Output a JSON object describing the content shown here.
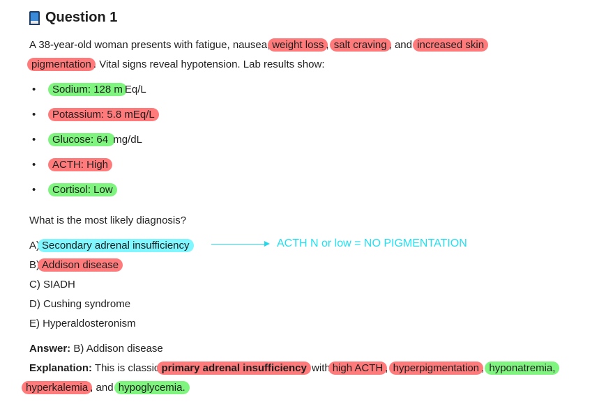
{
  "title": "Question 1",
  "stem": {
    "l1a": "A 38-year-old woman presents with fatigue, nausea,",
    "weight_loss": "weight loss",
    "comma1": ",",
    "salt_craving": "salt craving",
    "and": ", and",
    "increased_skin": "increased skin",
    "pigmentation": "pigmentation",
    "l2": ". Vital signs reveal hypotension. Lab results show:"
  },
  "labs": [
    {
      "hl": "Sodium: 128 m",
      "rest": "Eq/L"
    },
    {
      "hl": "Potassium: 5.8 mEq/L",
      "rest": ""
    },
    {
      "hl": "Glucose: 64 ",
      "rest": "mg/dL"
    },
    {
      "hl": "ACTH: High",
      "rest": ""
    },
    {
      "hl": "Cortisol: Low",
      "rest": ""
    }
  ],
  "prompt": "What is the most likely diagnosis?",
  "options": [
    {
      "letter": "A)",
      "text": "Secondary adrenal insufficiency"
    },
    {
      "letter": "B)",
      "text": "Addison disease"
    },
    {
      "letter": "C)",
      "text": "SIADH"
    },
    {
      "letter": "D)",
      "text": "Cushing syndrome"
    },
    {
      "letter": "E)",
      "text": "Hyperaldosteronism"
    }
  ],
  "annotation": "ACTH N or low = NO PIGMENTATION",
  "answer": {
    "label": "Answer:",
    "value": "B) Addison disease"
  },
  "explanation": {
    "label": "Explanation:",
    "t1": "This is classic",
    "h1": "primary adrenal insufficiency",
    "t2": "with",
    "h2": "high ACTH",
    "h3": "hyperpigmentation",
    "h4": "hyponatremia,",
    "h5": "hyperkalemia",
    "t3": ", and",
    "h6": "hypoglycemia."
  },
  "colors": {
    "red": "#ff7b7b",
    "green": "#7ff57f",
    "cyan": "#80f6ff"
  }
}
